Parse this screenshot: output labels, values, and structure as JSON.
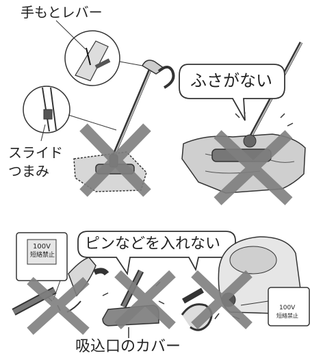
{
  "labels": {
    "hand_lever": "手もとレバー",
    "slide_knob_line1": "スライド",
    "slide_knob_line2": "つまみ",
    "not_plugged": "ふさがない",
    "no_pins": "ピンなどを入れない",
    "intake_cover": "吸込口のカバー"
  },
  "warning_plate": {
    "voltage": "100V",
    "text": "短絡禁止"
  },
  "colors": {
    "cross": "#7f7f7f",
    "line": "#333333",
    "fill_gray": "#c8c8c8",
    "fill_dark": "#6e6e6e",
    "fill_light": "#e6e6e6"
  }
}
